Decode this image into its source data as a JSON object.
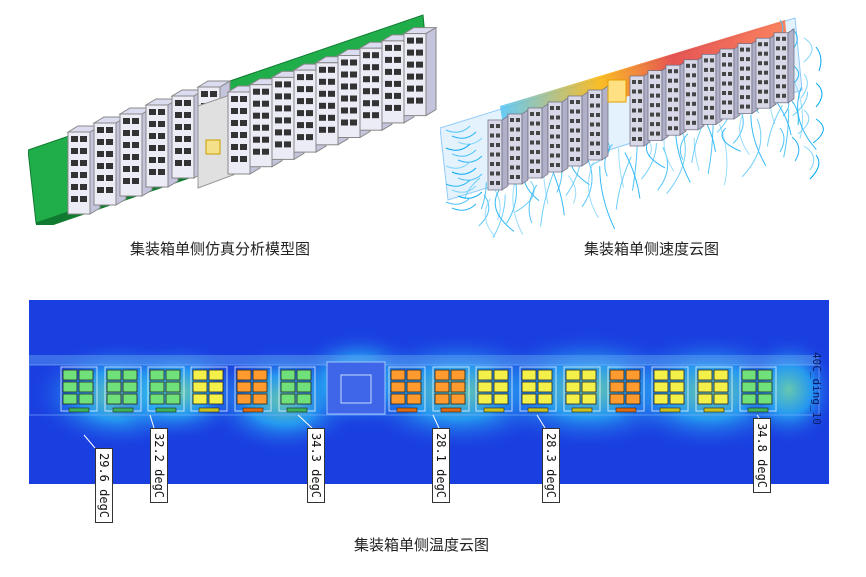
{
  "captions": {
    "model": "集装箱单侧仿真分析模型图",
    "velocity": "集装箱单侧速度云图",
    "temperature": "集装箱单侧温度云图"
  },
  "temperature_labels": [
    "29.6 degC",
    "32.2 degC",
    "34.3 degC",
    "28.1 degC",
    "28.3 degC",
    "34.8 degC"
  ],
  "side_label": "40C_ding_10",
  "colors": {
    "background_blue": "#1a3fe0",
    "cabinet_green": "#4caf50",
    "hot_red": "#e53935",
    "cool_cyan": "#4fc3f7"
  }
}
